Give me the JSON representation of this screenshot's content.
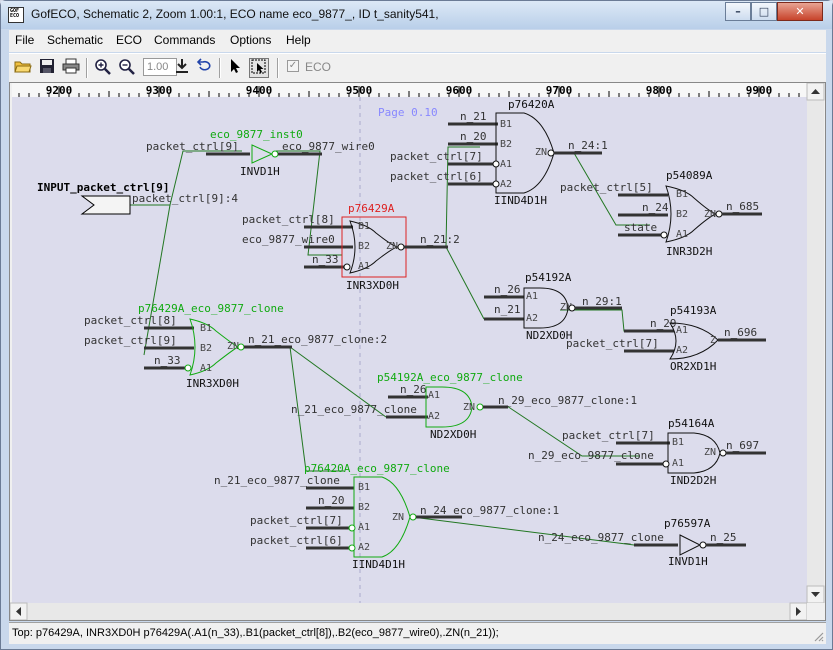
{
  "window": {
    "title": "GofECO, Schematic 2, Zoom 1.00:1, ECO name eco_9877_, ID t_sanity541,",
    "icon_text": "GOF ECO"
  },
  "menu": [
    "File",
    "Schematic",
    "ECO",
    "Commands",
    "Options",
    "Help"
  ],
  "toolbar": {
    "zoom_value": "1.00",
    "eco_label": "ECO",
    "eco_checked": true
  },
  "ruler": [
    {
      "label": "9200"
    },
    {
      "label": "9300"
    },
    {
      "label": "9400"
    },
    {
      "label": "9500"
    },
    {
      "label": "9600"
    },
    {
      "label": "9700"
    },
    {
      "label": "9800"
    },
    {
      "label": "9900"
    }
  ],
  "page_label": "Page 0.10",
  "colors": {
    "canvas": "#dcdcec",
    "wire": "#227722",
    "eco": "#11aa11",
    "selected": "#dd2222",
    "page": "#8888ff",
    "gate": "#111111"
  },
  "input_port": {
    "name": "INPUT_packet_ctrl[9]",
    "wire": "packet_ctrl[9]:4"
  },
  "gates": [
    {
      "inst": "eco_9877_inst0",
      "cell": "INVD1H",
      "inst_color": "eco",
      "pins": [],
      "in": [
        "packet_ctrl[9]"
      ],
      "out": "eco_9877_wire0"
    },
    {
      "inst": "p76429A",
      "cell": "INR3XD0H",
      "inst_color": "selected",
      "pins": [
        "B1",
        "B2",
        "A1",
        "ZN"
      ],
      "in": [
        "packet_ctrl[8]",
        "eco_9877_wire0",
        "n_33"
      ],
      "out": "n_21:2"
    },
    {
      "inst": "p76429A_eco_9877_clone",
      "cell": "INR3XD0H",
      "inst_color": "eco",
      "pins": [
        "B1",
        "B2",
        "A1",
        "ZN"
      ],
      "in": [
        "packet_ctrl[8]",
        "packet_ctrl[9]",
        "n_33"
      ],
      "out": "n_21_eco_9877_clone:2"
    },
    {
      "inst": "p76420A",
      "cell": "IIND4D1H",
      "inst_color": "normal",
      "pins": [
        "B1",
        "B2",
        "A1",
        "A2",
        "ZN"
      ],
      "in": [
        "n_21",
        "n_20",
        "packet_ctrl[7]",
        "packet_ctrl[6]"
      ],
      "out": "n_24:1"
    },
    {
      "inst": "p54089A",
      "cell": "INR3D2H",
      "inst_color": "normal",
      "pins": [
        "B1",
        "B2",
        "A1",
        "ZN"
      ],
      "in": [
        "packet_ctrl[5]",
        "n_24",
        "state"
      ],
      "out": "n_685"
    },
    {
      "inst": "p54192A",
      "cell": "ND2XD0H",
      "inst_color": "normal",
      "pins": [
        "A1",
        "A2",
        "ZN"
      ],
      "in": [
        "n_26",
        "n_21"
      ],
      "out": "n_29:1"
    },
    {
      "inst": "p54193A",
      "cell": "OR2XD1H",
      "inst_color": "normal",
      "pins": [
        "A1",
        "A2",
        "Z"
      ],
      "in": [
        "n_29",
        "packet_ctrl[7]"
      ],
      "out": "n_696"
    },
    {
      "inst": "p54192A_eco_9877_clone",
      "cell": "ND2XD0H",
      "inst_color": "eco",
      "pins": [
        "A1",
        "A2",
        "ZN"
      ],
      "in": [
        "n_26",
        "n_21_eco_9877_clone"
      ],
      "out": "n_29_eco_9877_clone:1"
    },
    {
      "inst": "p54164A",
      "cell": "IND2D2H",
      "inst_color": "normal",
      "pins": [
        "B1",
        "A1",
        "ZN"
      ],
      "in": [
        "packet_ctrl[7]",
        "n_29_eco_9877_clone"
      ],
      "out": "n_697"
    },
    {
      "inst": "p76420A_eco_9877_clone",
      "cell": "IIND4D1H",
      "inst_color": "eco",
      "pins": [
        "B1",
        "B2",
        "A1",
        "A2",
        "ZN"
      ],
      "in": [
        "n_21_eco_9877_clone",
        "n_20",
        "packet_ctrl[7]",
        "packet_ctrl[6]"
      ],
      "out": "n_24_eco_9877_clone:1"
    },
    {
      "inst": "p76597A",
      "cell": "INVD1H",
      "inst_color": "normal",
      "pins": [],
      "in": [
        "n_24_eco_9877_clone"
      ],
      "out": "n_25"
    }
  ],
  "status": "Top: p76429A, INR3XD0H p76429A(.A1(n_33),.B1(packet_ctrl[8]),.B2(eco_9877_wire0),.ZN(n_21));"
}
